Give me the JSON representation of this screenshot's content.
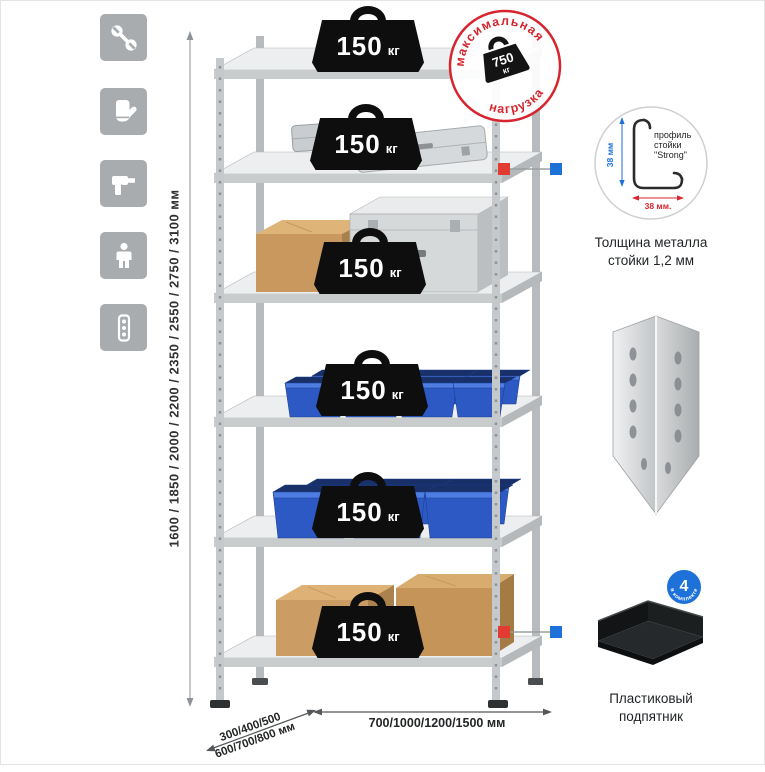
{
  "stamp": {
    "arc_top": "максимальная",
    "arc_bottom": "нагрузка",
    "value": "750",
    "unit": "кг"
  },
  "shelf_badge": {
    "value": "150",
    "unit": "кг"
  },
  "dims": {
    "height": "1600 / 1850 / 2000 / 2200 / 2350 / 2550 / 2750 / 3100 мм",
    "width": "700/1000/1200/1500 мм",
    "depth_line1": "300/400/500",
    "depth_line2": "600/700/800 мм"
  },
  "profile_detail": {
    "label_line1": "профиль",
    "label_line2": "стойки",
    "label_line3": "\"Strong\"",
    "dim_vertical": "38 мм",
    "dim_horizontal": "38 мм.",
    "caption_line1": "Толщина металла",
    "caption_line2": "стойки 1,2 мм"
  },
  "foot_detail": {
    "badge_number": "4",
    "badge_text": "в комплекте",
    "caption_line1": "Пластиковый",
    "caption_line2": "подпятник"
  },
  "icons": [
    "wrench",
    "gloves",
    "drill",
    "person",
    "power-strip"
  ],
  "colors": {
    "accent_red": "#d6252e",
    "accent_blue": "#1d71d8",
    "icon_bg": "#a8acaf",
    "bin_blue": "#2c59c4",
    "cardboard": "#c9985f"
  }
}
